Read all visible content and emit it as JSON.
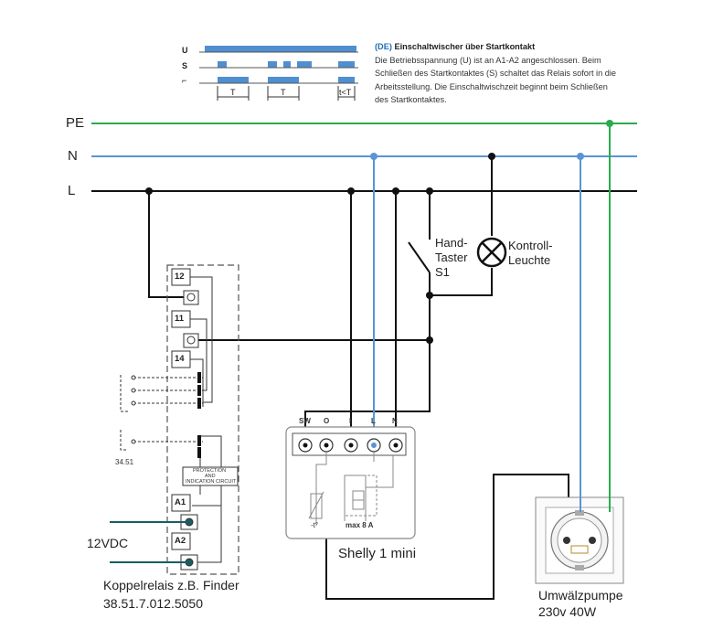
{
  "timing": {
    "tag": "(DE)",
    "title": "Einschaltwischer über Startkontakt",
    "description": "Die Betriebsspannung (U) ist an A1-A2 angeschlossen. Beim Schließen des Startkontaktes (S) schaltet das Relais sofort in die Arbeitsstellung. Die Einschaltwischzeit beginnt beim Schließen des Startkontaktes.",
    "row_u": "U",
    "row_s": "S",
    "row_c": "⌐",
    "t1": "T",
    "t2": "T",
    "t3": "t<T"
  },
  "buses": {
    "pe": "PE",
    "n": "N",
    "l": "L"
  },
  "switch_label": [
    "Hand-",
    "Taster",
    "S1"
  ],
  "lamp_label": [
    "Kontroll-",
    "Leuchte"
  ],
  "relay": {
    "terminals": [
      "12",
      "11",
      "14",
      "A1",
      "A2"
    ],
    "protection": [
      "PROTECTION",
      "AND",
      "INDICATION CIRCUIT"
    ],
    "model_code": "34.51",
    "caption": [
      "Koppelrelais z.B. Finder",
      "38.51.7.012.5050"
    ]
  },
  "supply_label": "12VDC",
  "shelly": {
    "terminals": [
      "SW",
      "O",
      "I",
      "L",
      "N"
    ],
    "max_rating": "max 8 A",
    "temp_mark": "-t°",
    "caption": "Shelly 1 mini"
  },
  "socket": {
    "caption": [
      "Umwälzpumpe",
      "230v 40W"
    ]
  },
  "colors": {
    "pe": "#2bab4e",
    "n": "#5b93d6",
    "l": "#111111",
    "supply": "#1a5c62"
  }
}
